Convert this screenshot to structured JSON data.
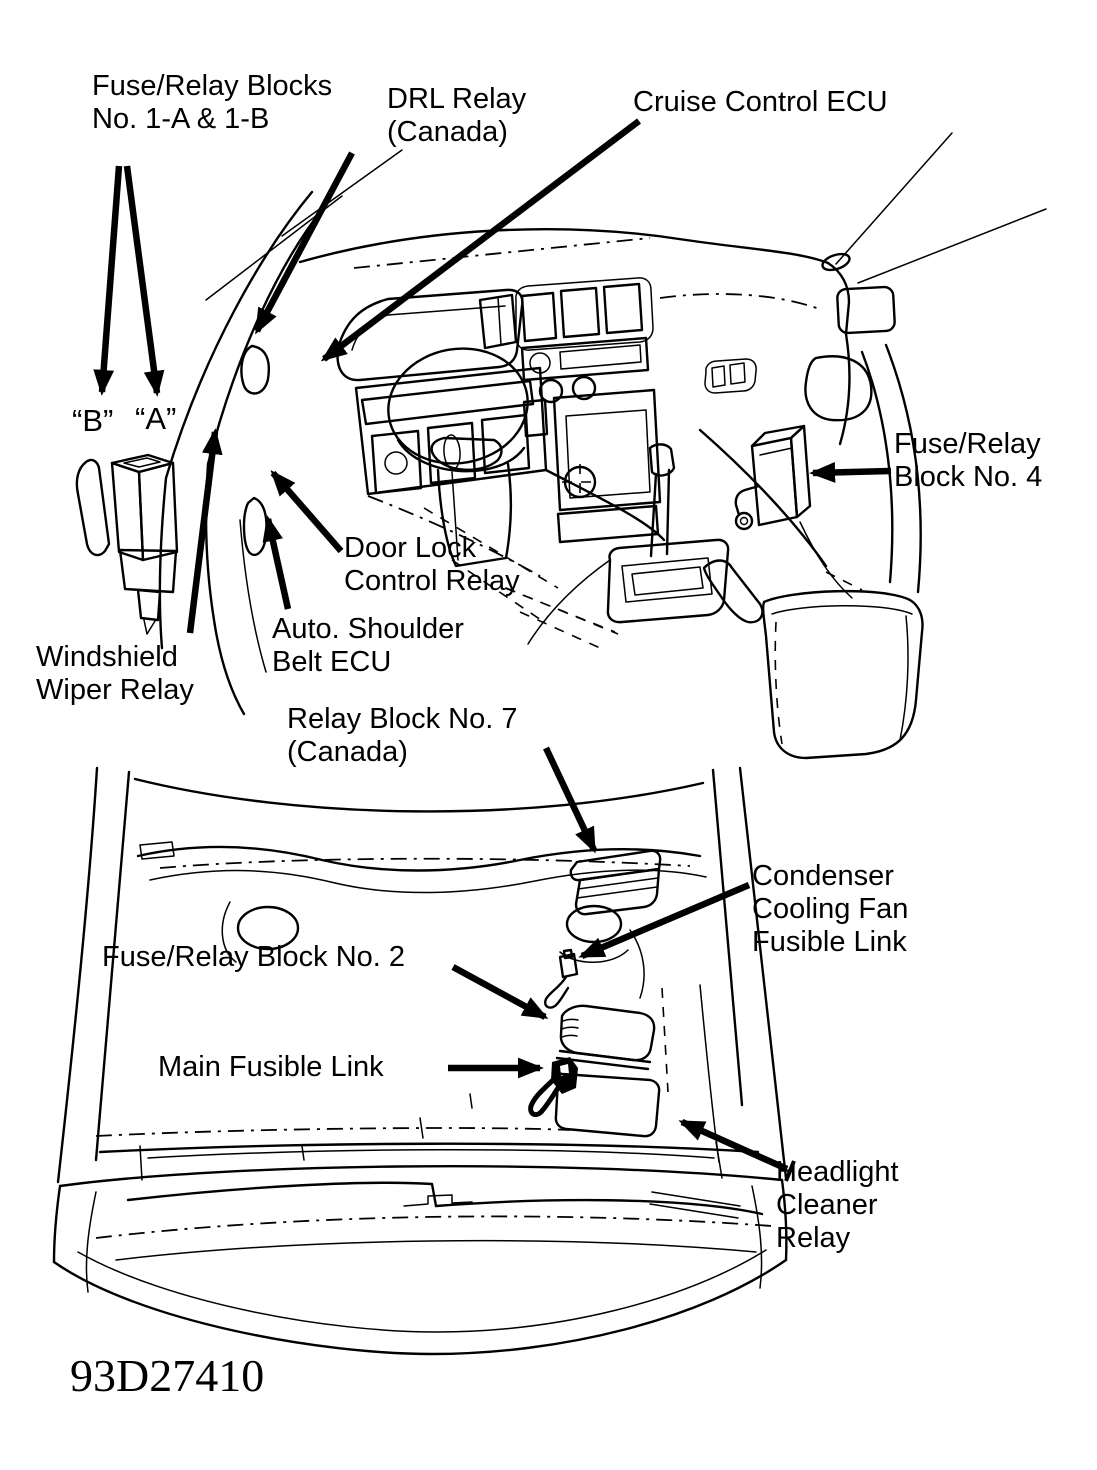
{
  "figure": {
    "id": "93D27410"
  },
  "colors": {
    "ink": "#000000",
    "paper": "#ffffff"
  },
  "callouts": {
    "fuse_relay_blocks_1ab": {
      "line1": "Fuse/Relay Blocks",
      "line2": "No. 1-A & 1-B"
    },
    "block_b": {
      "line1": "“B”"
    },
    "block_a": {
      "line1": "“A”"
    },
    "drl_relay": {
      "line1": "DRL Relay",
      "line2": "(Canada)"
    },
    "cruise_control_ecu": {
      "line1": "Cruise Control ECU"
    },
    "fuse_relay_block_4": {
      "line1": "Fuse/Relay",
      "line2": "Block No. 4"
    },
    "door_lock_control_relay": {
      "line1": "Door Lock",
      "line2": "Control Relay"
    },
    "auto_shoulder_belt_ecu": {
      "line1": "Auto. Shoulder",
      "line2": "Belt ECU"
    },
    "windshield_wiper_relay": {
      "line1": "Windshield",
      "line2": "Wiper Relay"
    },
    "relay_block_7": {
      "line1": "Relay Block No. 7",
      "line2": "(Canada)"
    },
    "condenser_cooling_fan_fusible_link": {
      "line1": "Condenser",
      "line2": "Cooling Fan",
      "line3": "Fusible Link"
    },
    "fuse_relay_block_2": {
      "line1": "Fuse/Relay Block No. 2"
    },
    "main_fusible_link": {
      "line1": "Main Fusible Link"
    },
    "headlight_cleaner_relay": {
      "line1": "Headlight",
      "line2": "Cleaner",
      "line3": "Relay"
    }
  }
}
